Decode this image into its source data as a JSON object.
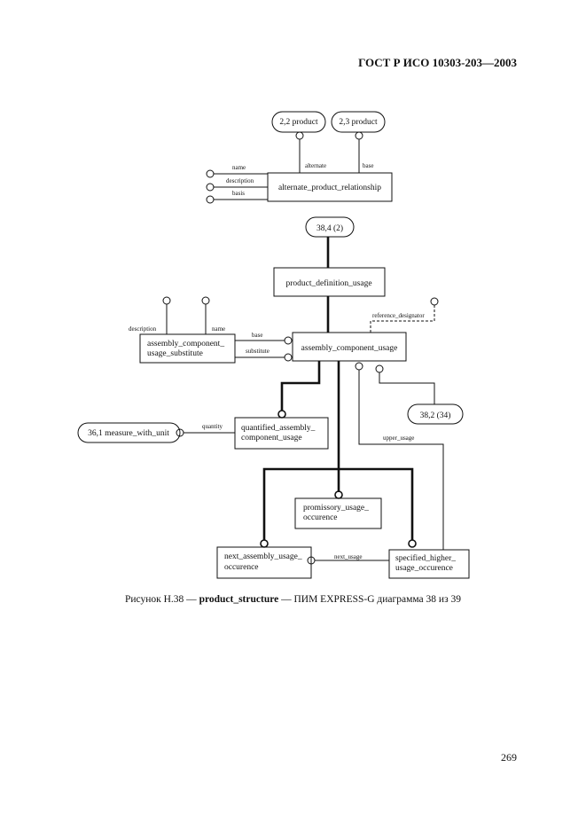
{
  "header": "ГОСТ Р ИСО 10303-203—2003",
  "diagram": {
    "refs": {
      "r22": "2,2 product",
      "r23": "2,3 product",
      "r384": "38,4 (2)",
      "r382": "38,2 (34)",
      "r361": "36,1 measure_with_unit"
    },
    "entities": {
      "apr": "alternate_product_relationship",
      "pdu": "product_definition_usage",
      "acu": "assembly_component_usage",
      "acus1": "assembly_component_",
      "acus2": "usage_substitute",
      "qacu1": "quantified_assembly_",
      "qacu2": "component_usage",
      "puo1": "promissory_usage_",
      "puo2": "occurence",
      "nauo1": "next_assembly_usage_",
      "nauo2": "occurence",
      "shuo1": "specified_higher_",
      "shuo2": "usage_occurence"
    },
    "labels": {
      "name": "name",
      "description": "description",
      "basis": "basis",
      "alternate": "alternate",
      "base": "base",
      "description2": "description",
      "name2": "name",
      "base2": "base",
      "substitute": "substitute",
      "reference_designator": "reference_designator",
      "quantity": "quantity",
      "upper_usage": "upper_usage",
      "next_usage": "next_usage"
    }
  },
  "caption": {
    "prefix": "Рисунок Н.38 — ",
    "bold": "product_structure",
    "suffix": " — ПИМ EXPRESS-G диаграмма 38 из 39"
  },
  "page_number": "269"
}
